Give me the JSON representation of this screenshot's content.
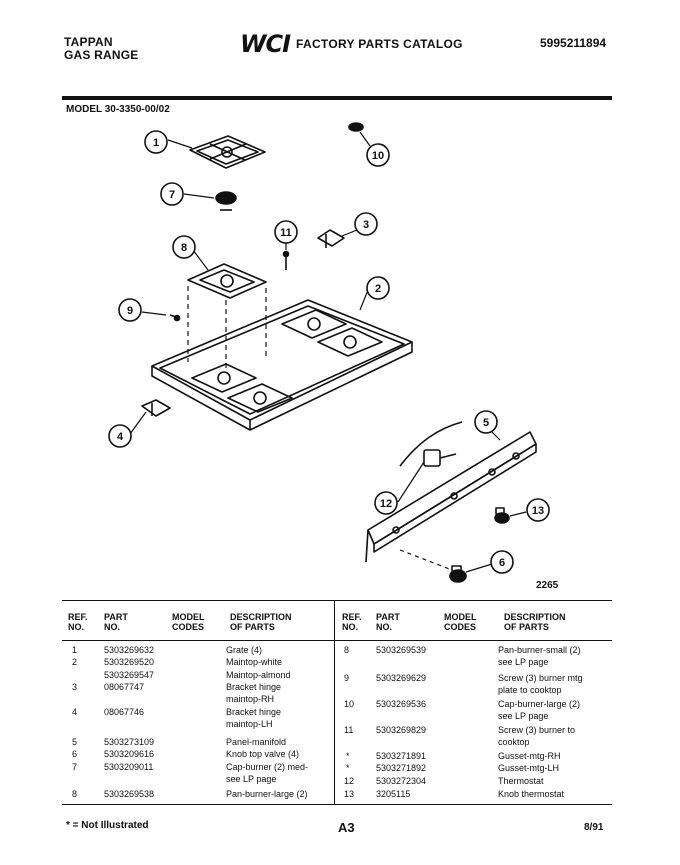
{
  "header": {
    "brand_line1": "TAPPAN",
    "brand_line2": "GAS RANGE",
    "logo": "WCI",
    "catalog_title": "FACTORY PARTS CATALOG",
    "catalog_number": "5995211894"
  },
  "model": "MODEL 30-3350-00/02",
  "figure_number": "2265",
  "callouts": [
    "1",
    "2",
    "3",
    "4",
    "5",
    "6",
    "7",
    "8",
    "9",
    "10",
    "11",
    "12",
    "13"
  ],
  "table": {
    "headers": {
      "ref": [
        "REF.",
        "NO."
      ],
      "part": [
        "PART",
        "NO."
      ],
      "model": [
        "MODEL",
        "CODES"
      ],
      "desc": [
        "DESCRIPTION",
        "OF PARTS"
      ]
    },
    "left_rows": [
      {
        "ref": "1",
        "part": "5303269632",
        "desc": "Grate (4)"
      },
      {
        "ref": "2",
        "part": "5303269520",
        "desc": "Maintop-white"
      },
      {
        "ref": "",
        "part": "5303269547",
        "desc": "Maintop-almond"
      },
      {
        "ref": "3",
        "part": "08067747",
        "desc": "Bracket hinge"
      },
      {
        "ref": "",
        "part": "",
        "desc": "maintop-RH"
      },
      {
        "ref": "4",
        "part": "08067746",
        "desc": "Bracket hinge"
      },
      {
        "ref": "",
        "part": "",
        "desc": "maintop-LH"
      },
      {
        "ref": "5",
        "part": "5303273109",
        "desc": "Panel-manifold"
      },
      {
        "ref": "6",
        "part": "5303209616",
        "desc": "Knob top valve (4)"
      },
      {
        "ref": "7",
        "part": "5303209011",
        "desc": "Cap-burner (2) med-"
      },
      {
        "ref": "",
        "part": "",
        "desc": "see LP page"
      },
      {
        "ref": "8",
        "part": "5303269538",
        "desc": "Pan-burner-large (2)"
      }
    ],
    "right_rows": [
      {
        "ref": "8",
        "part": "5303269539",
        "desc": "Pan-burner-small (2)"
      },
      {
        "ref": "",
        "part": "",
        "desc": "see LP page"
      },
      {
        "ref": "9",
        "part": "5303269629",
        "desc": "Screw (3) burner mtg"
      },
      {
        "ref": "",
        "part": "",
        "desc": "plate to cooktop"
      },
      {
        "ref": "10",
        "part": "5303269536",
        "desc": "Cap-burner-large (2)"
      },
      {
        "ref": "",
        "part": "",
        "desc": "see LP page"
      },
      {
        "ref": "11",
        "part": "5303269829",
        "desc": "Screw (3) burner to"
      },
      {
        "ref": "",
        "part": "",
        "desc": "cooktop"
      },
      {
        "ref": "*",
        "part": "5303271891",
        "desc": "Gusset-mtg-RH"
      },
      {
        "ref": "*",
        "part": "5303271892",
        "desc": "Gusset-mtg-LH"
      },
      {
        "ref": "12",
        "part": "5303272304",
        "desc": "Thermostat"
      },
      {
        "ref": "13",
        "part": "3205115",
        "desc": "Knob thermostat"
      }
    ]
  },
  "footer": {
    "note": "* = Not Illustrated",
    "page": "A3",
    "date": "8/91"
  }
}
